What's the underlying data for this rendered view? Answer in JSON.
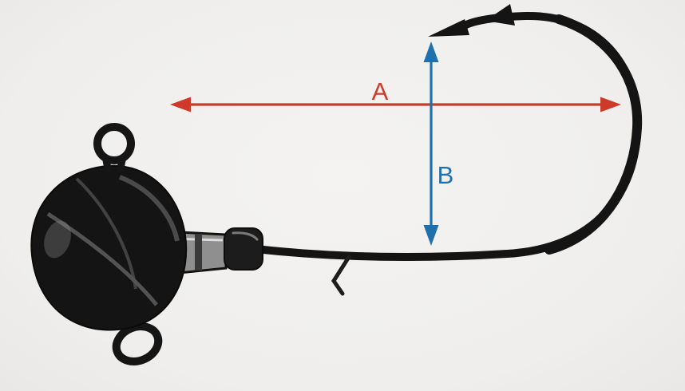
{
  "page": {
    "background": "#f2f1ef",
    "subject": "jig-head-hook-dimension-diagram"
  },
  "colors": {
    "dimension_a": "#cd3a29",
    "dimension_b": "#1f70ae",
    "hook": "#141414",
    "collar_metal": "#8f8f8f"
  },
  "dimensions": {
    "a": {
      "label": "A",
      "orientation": "horizontal"
    },
    "b": {
      "label": "B",
      "orientation": "vertical"
    }
  }
}
